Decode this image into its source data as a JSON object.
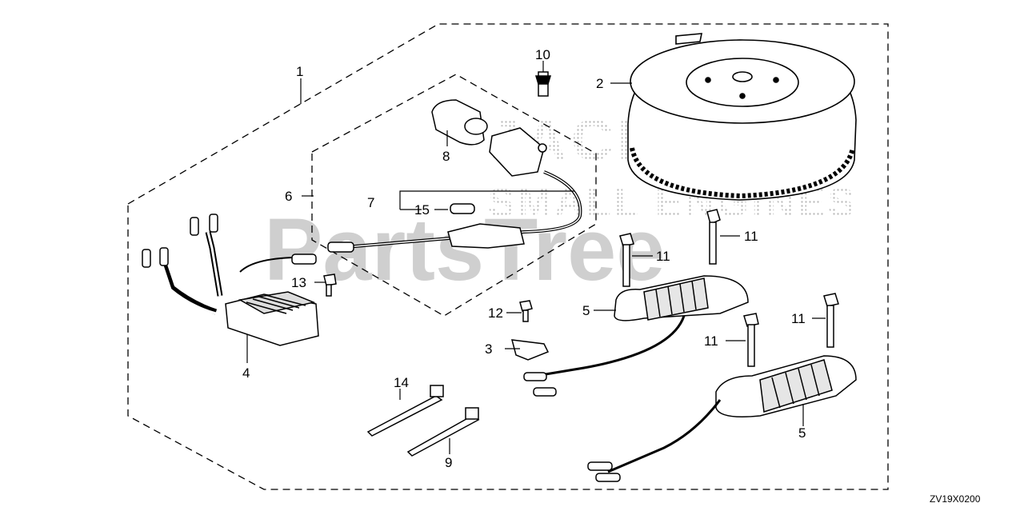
{
  "diagram": {
    "drawing_code": "ZV19X0200",
    "watermark_top": "JACKS",
    "watermark_mid": "SMALL ENGINES",
    "watermark_main": "PartsTree",
    "callouts": [
      "1",
      "2",
      "3",
      "4",
      "5",
      "5",
      "6",
      "7",
      "8",
      "9",
      "10",
      "11",
      "11",
      "11",
      "11",
      "12",
      "13",
      "14",
      "15"
    ]
  }
}
